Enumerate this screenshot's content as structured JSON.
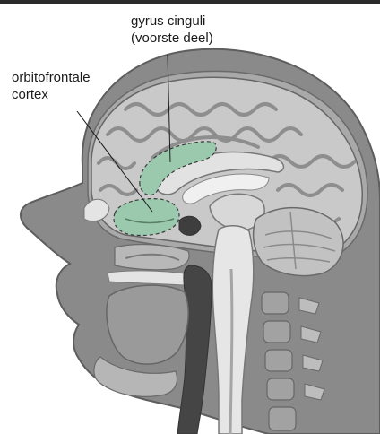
{
  "labels": {
    "gyrus_cinguli": {
      "line1": "gyrus cinguli",
      "line2": "(voorste deel)"
    },
    "orbitofrontale_cortex": {
      "line1": "orbitofrontale",
      "line2": "cortex"
    }
  },
  "colors": {
    "highlight": "#9ac9ad",
    "brain": "#c9c9c9",
    "head_tissue": "#8a8a8a",
    "dark_cavity": "#454545",
    "outline": "#5e5e5e",
    "background": "#ffffff"
  }
}
